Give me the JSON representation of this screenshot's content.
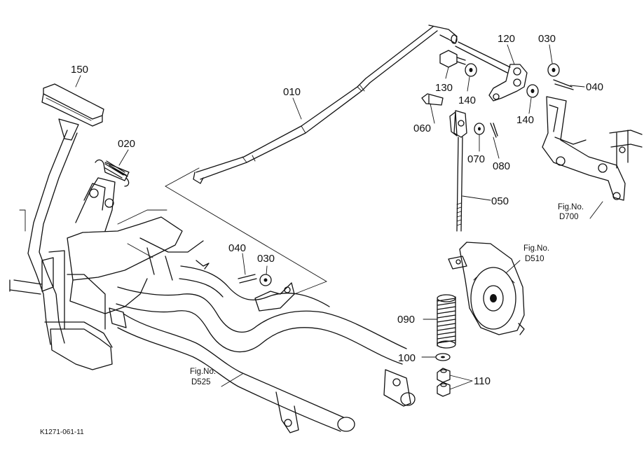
{
  "parts": {
    "p010": "010",
    "p020": "020",
    "p030a": "030",
    "p030b": "030",
    "p040a": "040",
    "p040b": "040",
    "p050": "050",
    "p060": "060",
    "p070": "070",
    "p080": "080",
    "p090": "090",
    "p100": "100",
    "p110": "110",
    "p120": "120",
    "p130": "130",
    "p140a": "140",
    "p140b": "140",
    "p150": "150"
  },
  "fig_refs": {
    "d700": {
      "line1": "Fig.No.",
      "line2": "D700"
    },
    "d510": {
      "line1": "Fig.No.",
      "line2": "D510"
    },
    "d525": {
      "line1": "Fig.No.",
      "line2": "D525"
    }
  },
  "drawing_code": "K1271-061-11"
}
